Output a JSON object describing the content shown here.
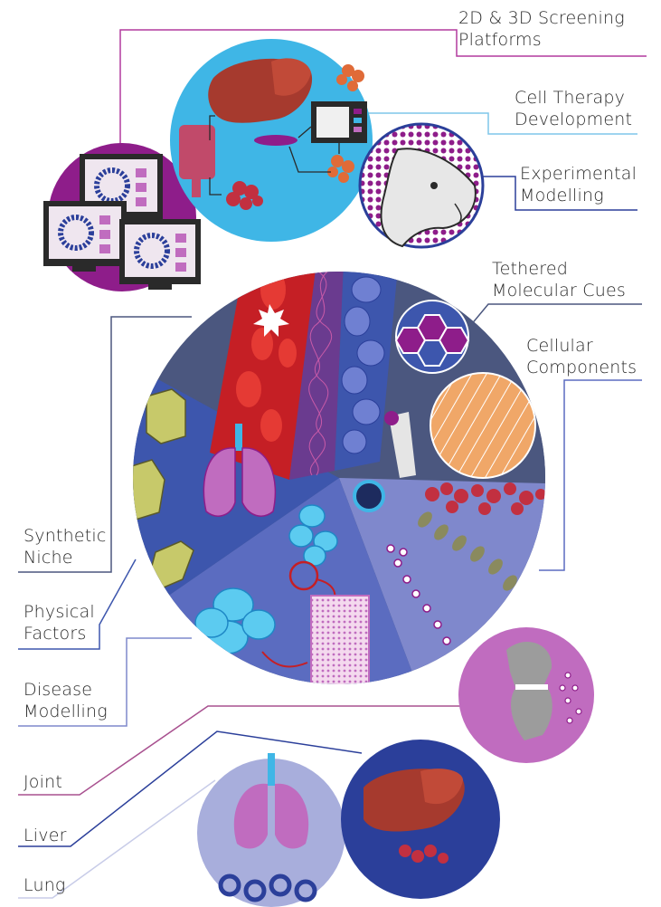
{
  "labels": {
    "screening": [
      "2D & 3D Screening",
      "Platforms"
    ],
    "cell_therapy": [
      "Cell Therapy",
      "Development"
    ],
    "experimental": [
      "Experimental",
      "Modelling"
    ],
    "tethered": [
      "Tethered",
      "Molecular Cues"
    ],
    "cellular": [
      "Cellular",
      "Components"
    ],
    "synthetic": [
      "Synthetic",
      "Niche"
    ],
    "physical": [
      "Physical",
      "Factors"
    ],
    "disease": [
      "Disease",
      "Modelling"
    ],
    "joint": "Joint",
    "liver": "Liver",
    "lung": "Lung"
  },
  "colors": {
    "magenta": "#8e1d8a",
    "sky_blue": "#3fb6e6",
    "navy": "#2b3f9a",
    "slate": "#4b577f",
    "mid_blue": "#3d56ad",
    "periwinkle": "#5b6cc0",
    "light_periwinkle": "#7f88cc",
    "pink": "#c06cbf",
    "liver_red": "#a63a2e",
    "lavender": "#a8aedc"
  }
}
